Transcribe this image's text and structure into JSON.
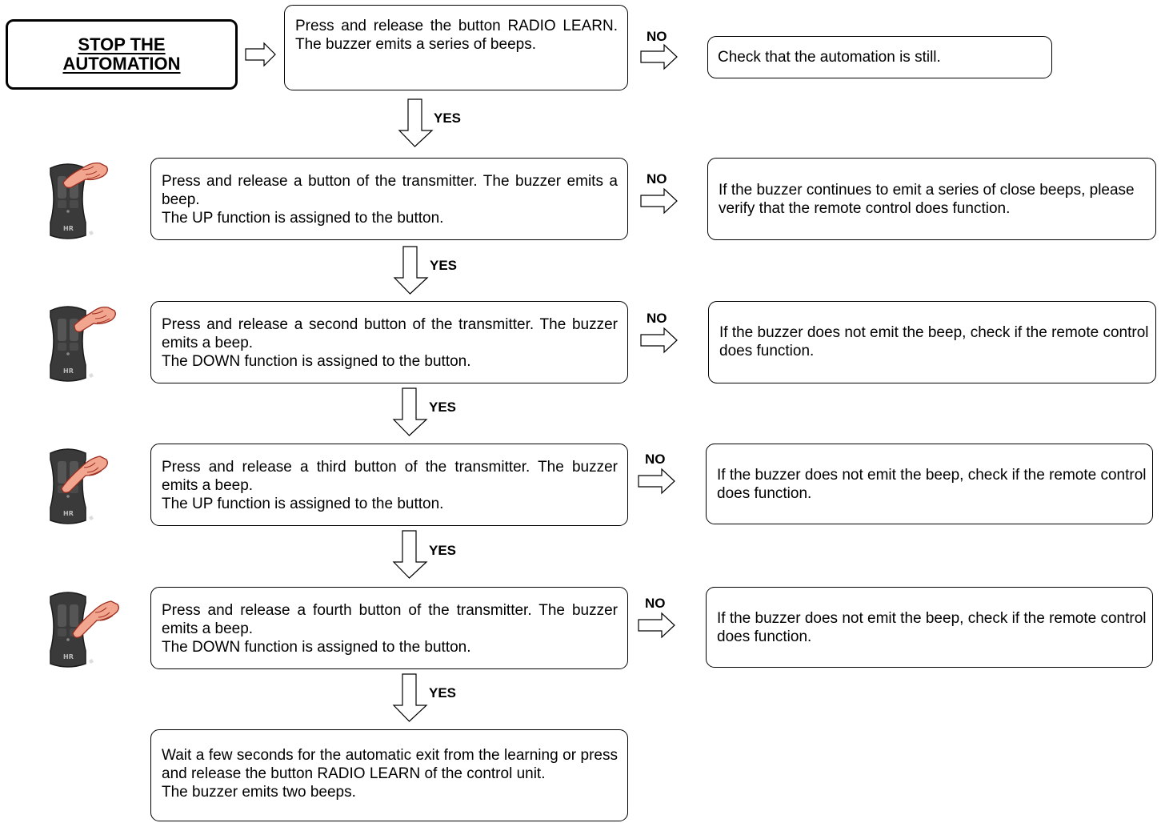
{
  "start": {
    "label": "STOP THE\nAUTOMATION"
  },
  "steps": [
    {
      "text": "Press and release the button RADIO LEARN. The buzzer emits a series of beeps."
    },
    {
      "text": "Press and release a button of the transmitter. The buzzer emits a beep.\nThe UP function is assigned to the button."
    },
    {
      "text": "Press and release a second button of the transmitter. The buzzer emits a beep.\nThe DOWN function is assigned to the button."
    },
    {
      "text": "Press and release a third button of the transmitter. The buzzer emits a beep.\nThe UP function is assigned to the button."
    },
    {
      "text": "Press and release a fourth button of the transmitter. The buzzer emits a beep.\nThe DOWN function is assigned to the button."
    },
    {
      "text": "Wait a few seconds for the automatic exit from the learning or press and release the button RADIO LEARN of the control unit.\nThe buzzer emits two beeps."
    }
  ],
  "checks": [
    {
      "text": "Check that the automation is still."
    },
    {
      "text": "If the buzzer continues to emit a series of close beeps, please verify that the remote control does function."
    },
    {
      "text": "If the buzzer does not emit the beep, check if the remote control does function."
    },
    {
      "text": "If the buzzer does not emit the beep, check if the remote control does function."
    },
    {
      "text": "If the buzzer does not emit the beep, check if the remote control does function."
    }
  ],
  "labels": {
    "yes": "YES",
    "no": "NO"
  },
  "remote": {
    "brand": "HR",
    "body_color": "#3a3a3a",
    "hand_color": "#f2a58f"
  }
}
